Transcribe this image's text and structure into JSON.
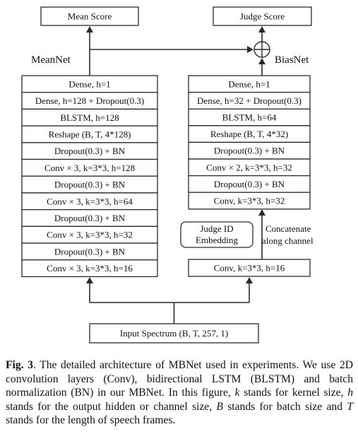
{
  "meannet": {
    "label": "MeanNet",
    "output": "Mean Score",
    "layers": [
      "Dense, h=1",
      "Dense, h=128 + Dropout(0.3)",
      "BLSTM, h=128",
      "Reshape (B, T, 4*128)",
      "Dropout(0.3) + BN",
      "Conv × 3, k=3*3, h=128",
      "Dropout(0.3) + BN",
      "Conv × 3, k=3*3, h=64",
      "Dropout(0.3) + BN",
      "Conv × 3, k=3*3, h=32",
      "Dropout(0.3) + BN",
      "Conv × 3, k=3*3, h=16"
    ]
  },
  "biasnet": {
    "label": "BiasNet",
    "output": "Judge Score",
    "layers": [
      "Dense, h=1",
      "Dense, h=32 + Dropout(0.3)",
      "BLSTM, h=64",
      "Reshape (B, T, 4*32)",
      "Dropout(0.3) + BN",
      "Conv × 2, k=3*3, h=32",
      "Dropout(0.3) + BN",
      "Conv, k=3*3, h=32"
    ],
    "first_conv": "Conv, k=3*3, h=16",
    "judge_id": [
      "Judge ID",
      "Embedding"
    ],
    "concat_note": [
      "Concatenate",
      "along channel"
    ]
  },
  "input": "Input Spectrum (B, T, 257, 1)",
  "caption": {
    "fig_label": "Fig. 3",
    "segments": [
      ". The detailed architecture of MBNet used in experiments. We use 2D convolution layers (Conv), bidirectional LSTM (BLSTM) and batch normalization (BN) in our MBNet. In this figure, ",
      {
        "italic": "k"
      },
      " stands for kernel size, ",
      {
        "italic": "h"
      },
      " stands for the output hidden or channel size, ",
      {
        "italic": "B"
      },
      " stands for batch size and ",
      {
        "italic": "T"
      },
      " stands for the length of speech frames."
    ]
  }
}
